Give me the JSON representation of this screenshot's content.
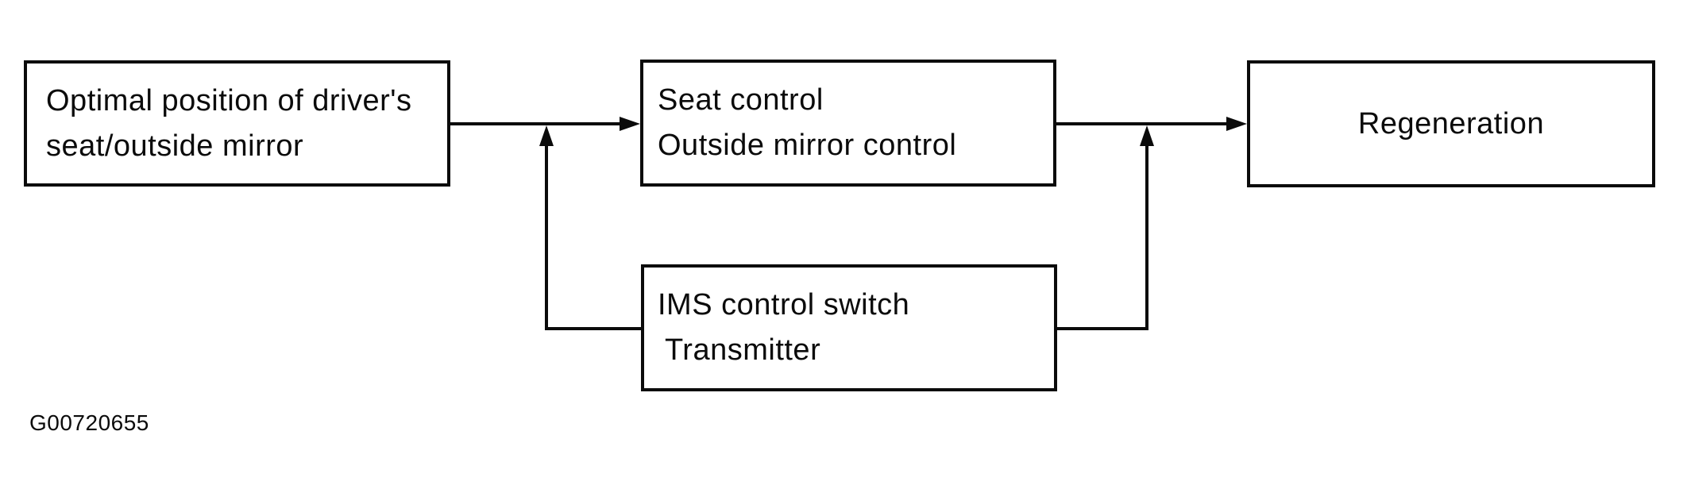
{
  "page": {
    "background_color": "#ffffff",
    "ink_color": "#0b0b0b"
  },
  "diagram": {
    "type": "flowchart",
    "boxes": {
      "optimal": {
        "lines": [
          "Optimal position of driver's",
          "seat/outside mirror"
        ]
      },
      "seat": {
        "lines": [
          "Seat control",
          "Outside mirror control"
        ]
      },
      "regeneration": {
        "lines": [
          "Regeneration"
        ]
      },
      "ims": {
        "lines": [
          "IMS control switch",
          "Transmitter"
        ]
      }
    },
    "connections": [
      {
        "from": "optimal",
        "to": "seat",
        "style": "arrow-right"
      },
      {
        "from": "ims",
        "to": "seat",
        "style": "elbow-arrow-up-into-optimal-seat-line"
      },
      {
        "from": "seat",
        "to": "regeneration",
        "style": "arrow-right"
      },
      {
        "from": "ims",
        "to": "regeneration",
        "style": "elbow-arrow-up-into-seat-regeneration-line"
      }
    ],
    "caption": "G00720655"
  }
}
